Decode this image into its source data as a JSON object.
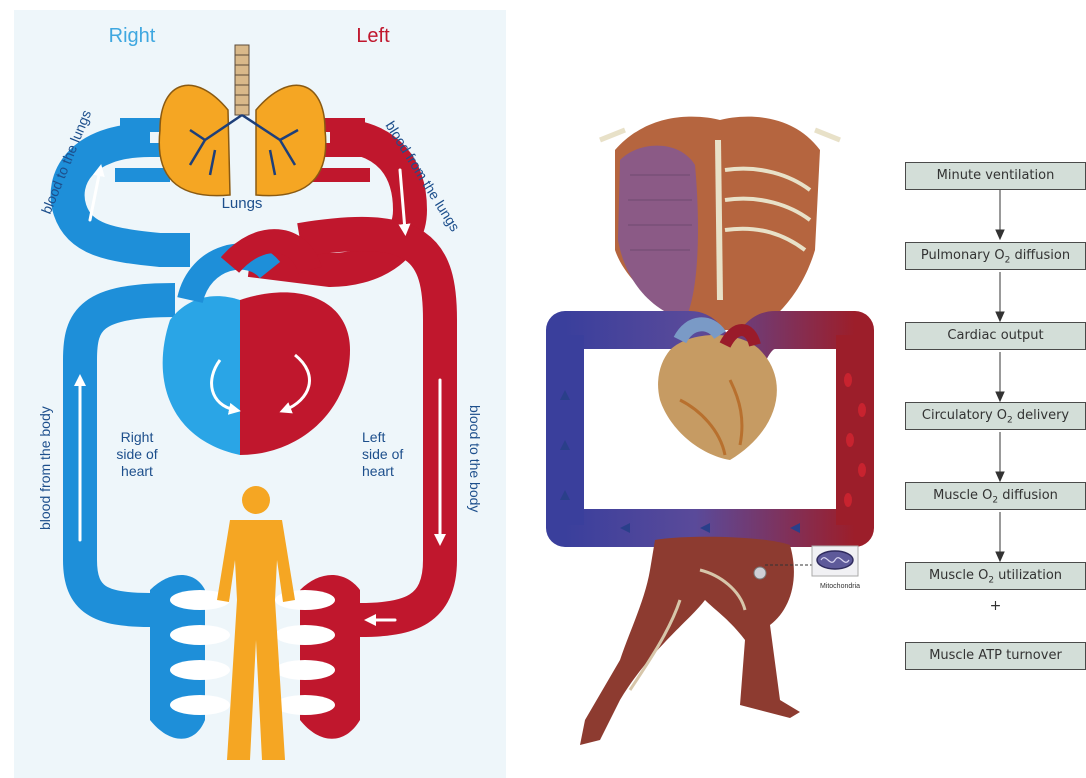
{
  "left_diagram": {
    "header_right": "Right",
    "header_left": "Left",
    "lungs_label": "Lungs",
    "blood_to_lungs": "blood to the lungs",
    "blood_from_lungs": "blood from the lungs",
    "blood_from_body": "blood from the body",
    "blood_to_body": "blood to the body",
    "right_side": [
      "Right",
      "side of",
      "heart"
    ],
    "left_side": [
      "Left",
      "side of",
      "heart"
    ],
    "colors": {
      "deoxygenated": "#1e8fd9",
      "oxygenated": "#c0172d",
      "organ": "#f5a623",
      "text_blue": "#1d4f8c"
    }
  },
  "middle_illustration": {
    "mitochondria_label": "Mitochondria",
    "colors": {
      "vessel_blue": "#3a3f9c",
      "vessel_red": "#9c1e2a"
    }
  },
  "flowchart": {
    "steps": [
      {
        "pre": "Minute ventilation",
        "sub": "",
        "post": ""
      },
      {
        "pre": "Pulmonary O",
        "sub": "2",
        "post": " diffusion"
      },
      {
        "pre": "Cardiac output",
        "sub": "",
        "post": ""
      },
      {
        "pre": "Circulatory O",
        "sub": "2",
        "post": " delivery"
      },
      {
        "pre": "Muscle O",
        "sub": "2",
        "post": " diffusion"
      },
      {
        "pre": "Muscle O",
        "sub": "2",
        "post": " utilization"
      }
    ],
    "plus": "+",
    "final_step": "Muscle ATP turnover",
    "colors": {
      "box_fill": "#d3ded8",
      "box_border": "#4a4a4a"
    }
  }
}
